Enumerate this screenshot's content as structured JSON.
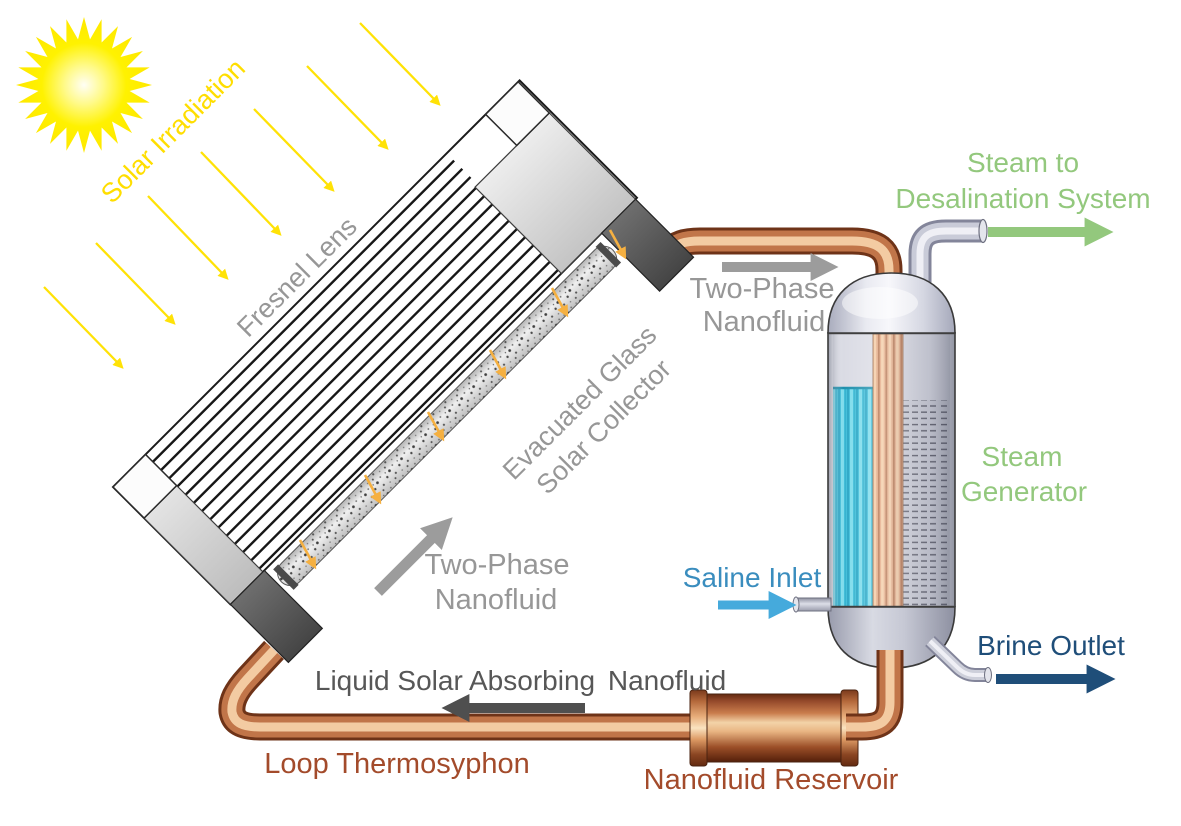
{
  "labels": {
    "solar_irradiation": "Solar Irradiation",
    "fresnel_lens": "Fresnel Lens",
    "evacuated_glass": {
      "line1": "Evacuated Glass",
      "line2": "Solar Collector"
    },
    "two_phase_top": {
      "line1": "Two-Phase",
      "line2": "Nanofluid"
    },
    "two_phase_side": {
      "line1": "Two-Phase",
      "line2": "Nanofluid"
    },
    "steam_to": {
      "line1": "Steam to",
      "line2": "Desalination System"
    },
    "steam_generator": {
      "line1": "Steam",
      "line2": "Generator"
    },
    "saline_inlet": "Saline Inlet",
    "brine_outlet": "Brine Outlet",
    "liquid_nanofluid": {
      "part1": "Liquid Solar Absorbing",
      "part2": "Nanofluid"
    },
    "loop_thermosyphon": "Loop Thermosyphon",
    "nanofluid_reservoir": "Nanofluid Reservoir"
  },
  "colors": {
    "label_yellow": "#FFDE00",
    "ray_yellow": "#FFE206",
    "label_gray": "#979797",
    "label_dark_gray": "#575757",
    "label_green": "#93C87D",
    "label_saline_blue": "#3A8DBE",
    "saline_arrow_blue": "#45AADC",
    "label_brine_navy": "#1F4E79",
    "label_rust": "#A34B2B",
    "flow_arrow_gray": "#9C9C9C",
    "liquid_arrow_dark": "#4F4F4F",
    "focus_arrow_orange": "#F5B041",
    "copper_mid": "#C17549",
    "copper_highlight": "#F3CBA2",
    "copper_dark": "#6E3318",
    "steel_silver": "#C9CBD8",
    "vessel_liquid_cyan": "#41BED9",
    "sun_yellow": "#FFEE00"
  }
}
